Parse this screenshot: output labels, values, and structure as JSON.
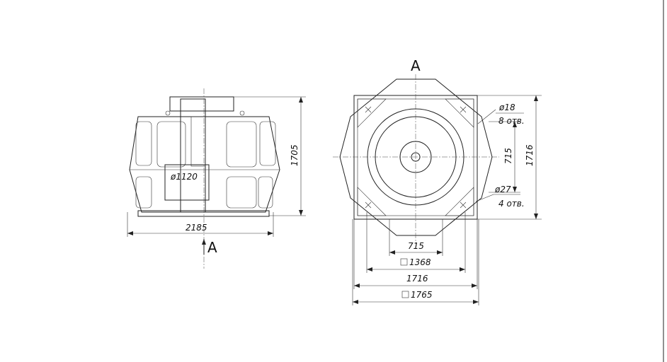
{
  "side_view": {
    "view_arrow_label": "A",
    "diameter_label": "ø1120",
    "width_dim": "2185",
    "height_dim": "1705"
  },
  "top_view": {
    "view_label": "A",
    "hole_small_diameter": "ø18",
    "hole_small_count": "8 отв.",
    "hole_large_diameter": "ø27",
    "hole_large_count": "4 отв.",
    "vertical_hole_spacing": "715",
    "vertical_overall": "1716",
    "horizontal_hole_spacing": "715",
    "square_inner": "1368",
    "horizontal_overall": "1716",
    "square_outer": "1765"
  }
}
